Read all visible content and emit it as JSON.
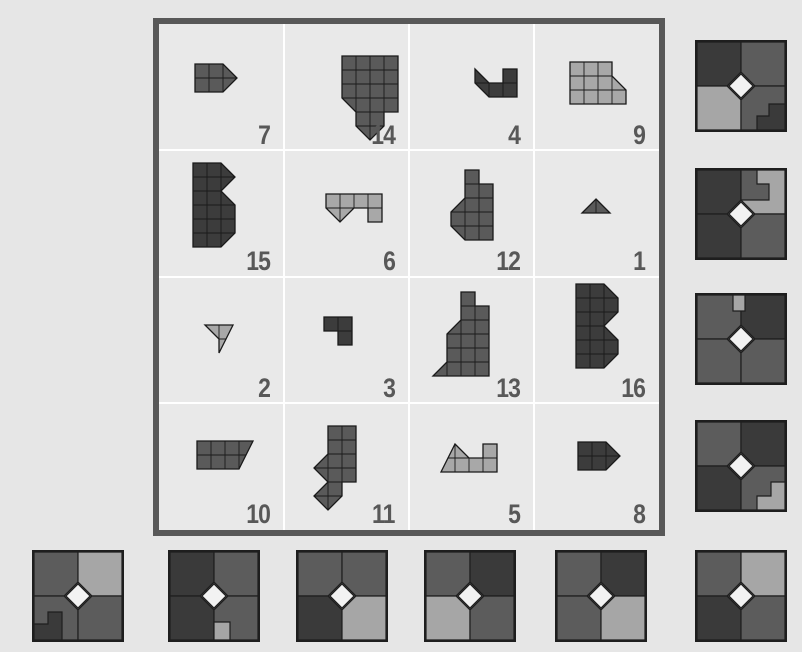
{
  "board": {
    "rows": [
      [
        {
          "number": "7",
          "piece": "p7"
        },
        {
          "number": "14",
          "piece": "p14"
        },
        {
          "number": "4",
          "piece": "p4"
        },
        {
          "number": "9",
          "piece": "p9"
        }
      ],
      [
        {
          "number": "15",
          "piece": "p15"
        },
        {
          "number": "6",
          "piece": "p6"
        },
        {
          "number": "12",
          "piece": "p12"
        },
        {
          "number": "1",
          "piece": "p1"
        }
      ],
      [
        {
          "number": "2",
          "piece": "p2"
        },
        {
          "number": "3",
          "piece": "p3"
        },
        {
          "number": "13",
          "piece": "p13"
        },
        {
          "number": "16",
          "piece": "p16"
        }
      ],
      [
        {
          "number": "10",
          "piece": "p10"
        },
        {
          "number": "11",
          "piece": "p11"
        },
        {
          "number": "5",
          "piece": "p5"
        },
        {
          "number": "8",
          "piece": "p8"
        }
      ]
    ]
  },
  "colors": {
    "board_border": "#585858",
    "board_bg": "#e9e9e9",
    "grid_line": "#ffffff",
    "piece_dark": "#3c3c3c",
    "piece_mid": "#5a5a5a",
    "piece_light": "#a8a8a8",
    "tile_dark": "#3a3a3a",
    "tile_mid": "#5c5c5c",
    "tile_light": "#a6a6a6",
    "diamond": "#f2f2f2",
    "number_text": "#585858"
  },
  "tiles": {
    "right_column": [
      {
        "name": "right-tile-1",
        "variant": 0
      },
      {
        "name": "right-tile-2",
        "variant": 1
      },
      {
        "name": "right-tile-3",
        "variant": 2
      },
      {
        "name": "right-tile-4",
        "variant": 3
      },
      {
        "name": "right-tile-5",
        "variant": 4
      }
    ],
    "bottom_row": [
      {
        "name": "bottom-tile-1",
        "variant": 5
      },
      {
        "name": "bottom-tile-2",
        "variant": 6
      },
      {
        "name": "bottom-tile-3",
        "variant": 7
      },
      {
        "name": "bottom-tile-4",
        "variant": 8
      },
      {
        "name": "bottom-tile-5",
        "variant": 9
      }
    ]
  }
}
